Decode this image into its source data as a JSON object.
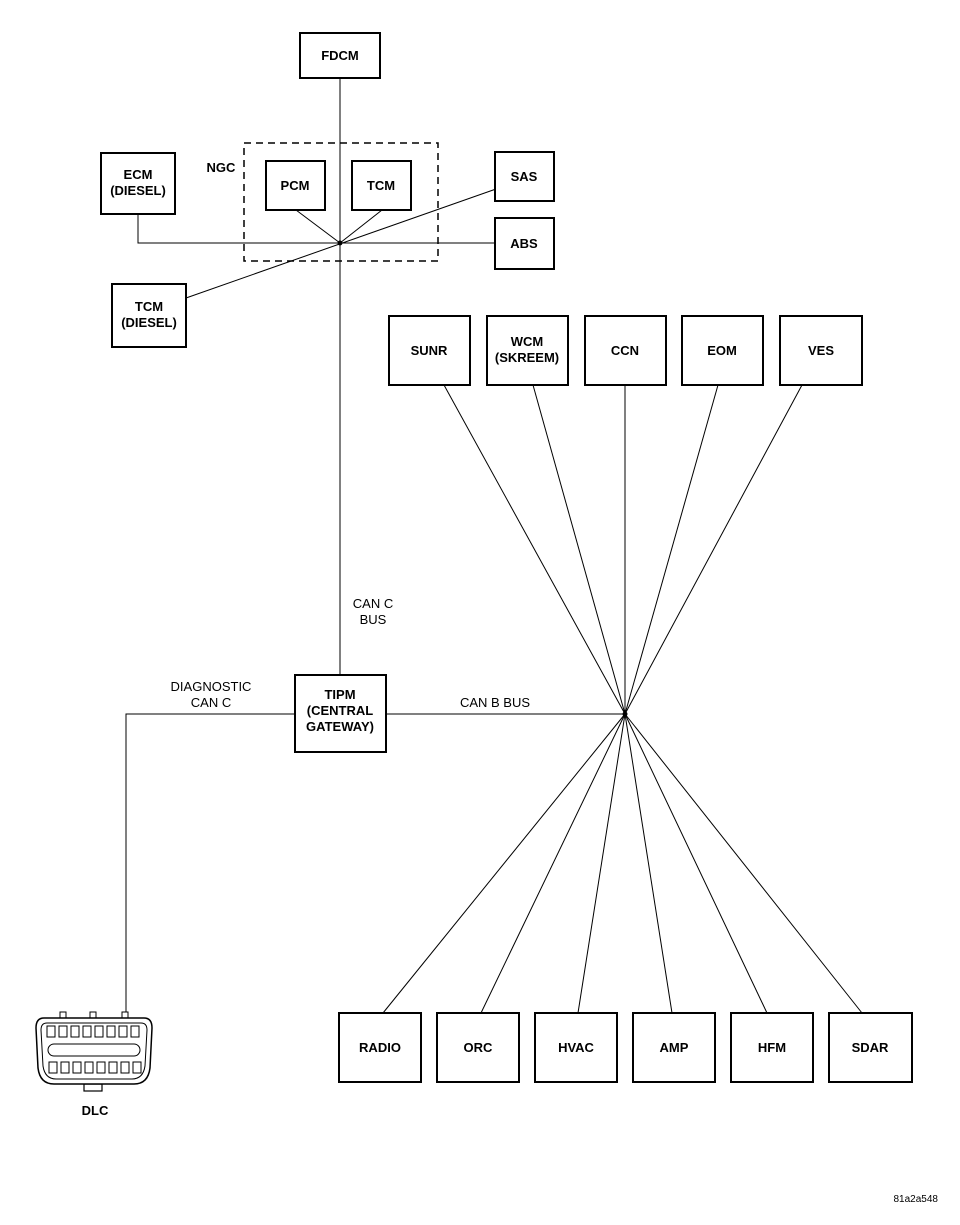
{
  "modules": {
    "fdcm": "FDCM",
    "ecm_diesel": [
      "ECM",
      "(DIESEL)"
    ],
    "ngc": "NGC",
    "pcm": "PCM",
    "tcm": "TCM",
    "sas": "SAS",
    "abs": "ABS",
    "tcm_diesel": [
      "TCM",
      "(DIESEL)"
    ],
    "sunr": "SUNR",
    "wcm_skreem": [
      "WCM",
      "(SKREEM)"
    ],
    "ccn": "CCN",
    "eom": "EOM",
    "ves": "VES",
    "tipm": [
      "TIPM",
      "(CENTRAL",
      "GATEWAY)"
    ],
    "radio": "RADIO",
    "orc": "ORC",
    "hvac": "HVAC",
    "amp": "AMP",
    "hfm": "HFM",
    "sdar": "SDAR",
    "dlc": "DLC"
  },
  "buses": {
    "can_c": [
      "CAN C",
      "BUS"
    ],
    "diagnostic_can_c": [
      "DIAGNOSTIC",
      "CAN C"
    ],
    "can_b": "CAN B BUS"
  },
  "figure_ref": "81a2a548"
}
